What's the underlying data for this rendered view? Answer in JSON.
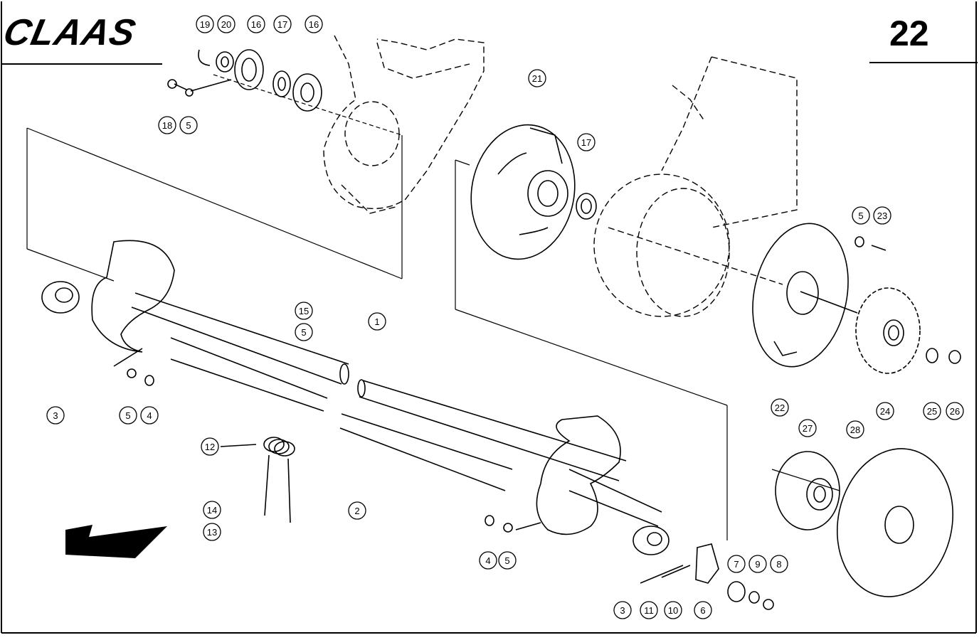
{
  "header": {
    "brand": "CLAAS",
    "page_number": "22"
  },
  "callouts": [
    {
      "label": "19"
    },
    {
      "label": "20"
    },
    {
      "label": "16"
    },
    {
      "label": "17"
    },
    {
      "label": "16"
    },
    {
      "label": "18"
    },
    {
      "label": "5"
    },
    {
      "label": "21"
    },
    {
      "label": "17"
    },
    {
      "label": "5"
    },
    {
      "label": "23"
    },
    {
      "label": "15"
    },
    {
      "label": "5"
    },
    {
      "label": "1"
    },
    {
      "label": "3"
    },
    {
      "label": "5"
    },
    {
      "label": "4"
    },
    {
      "label": "12"
    },
    {
      "label": "14"
    },
    {
      "label": "13"
    },
    {
      "label": "2"
    },
    {
      "label": "22"
    },
    {
      "label": "24"
    },
    {
      "label": "25"
    },
    {
      "label": "26"
    },
    {
      "label": "27"
    },
    {
      "label": "28"
    },
    {
      "label": "4"
    },
    {
      "label": "5"
    },
    {
      "label": "3"
    },
    {
      "label": "11"
    },
    {
      "label": "10"
    },
    {
      "label": "6"
    },
    {
      "label": "7"
    },
    {
      "label": "9"
    },
    {
      "label": "8"
    }
  ],
  "icons": {
    "direction": "direction-arrow-icon"
  }
}
